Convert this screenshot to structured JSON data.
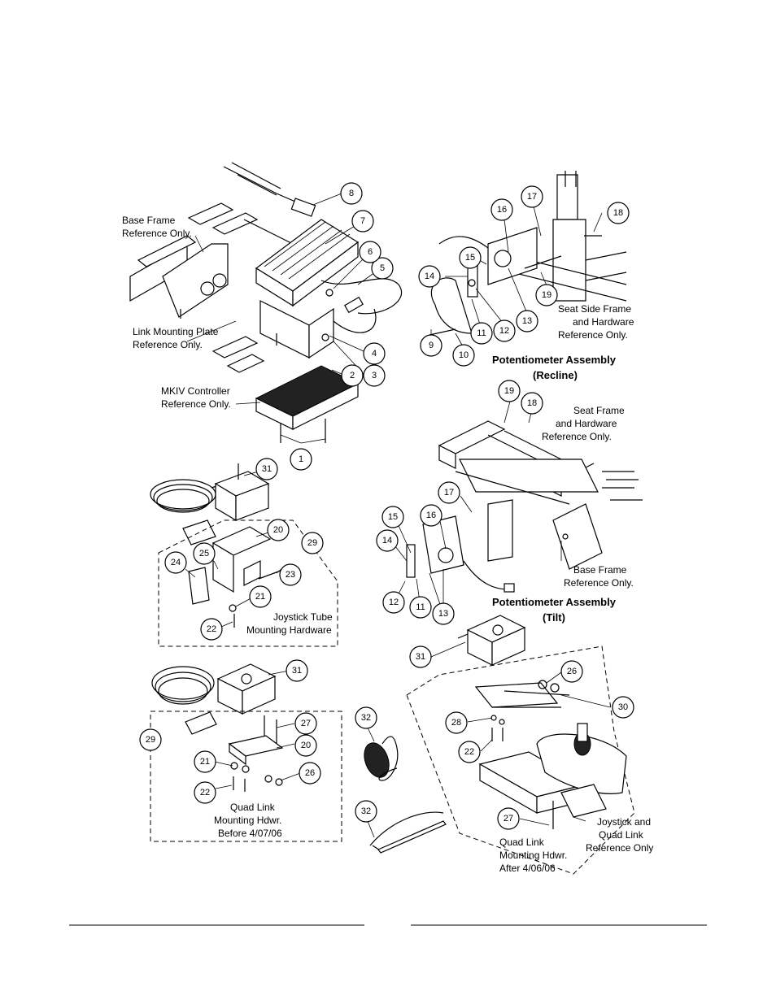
{
  "callouts": {
    "c1": "1",
    "c2": "2",
    "c3": "3",
    "c4": "4",
    "c5": "5",
    "c6": "6",
    "c7": "7",
    "c8": "8",
    "r9": "9",
    "r10": "10",
    "r11": "11",
    "r12": "12",
    "r13": "13",
    "r14": "14",
    "r15": "15",
    "r16": "16",
    "r17": "17",
    "r18": "18",
    "r19": "19",
    "t11": "11",
    "t12": "12",
    "t13": "13",
    "t14": "14",
    "t15": "15",
    "t16": "16",
    "t17": "17",
    "t18": "18",
    "t19": "19",
    "j20": "20",
    "j21": "21",
    "j22": "22",
    "j23": "23",
    "j24": "24",
    "j25": "25",
    "j29": "29",
    "j31": "31",
    "q20": "20",
    "q21": "21",
    "q22": "22",
    "q26": "26",
    "q27": "27",
    "q29": "29",
    "q31": "31",
    "a22": "22",
    "a26": "26",
    "a27": "27",
    "a28": "28",
    "a30": "30",
    "a31": "31",
    "p32a": "32",
    "p32b": "32"
  },
  "labels": {
    "base_frame_1": "Base Frame",
    "base_frame_2": "Reference Only.",
    "link_plate_1": "Link Mounting Plate",
    "link_plate_2": "Reference Only.",
    "mkiv_1": "MKIV Controller",
    "mkiv_2": "Reference Only.",
    "seat_side_1": "Seat Side Frame",
    "seat_side_2": "and Hardware",
    "seat_side_3": "Reference Only.",
    "pot_recline_1": "Potentiometer Assembly",
    "pot_recline_2": "(Recline)",
    "seat_frame_1": "Seat Frame",
    "seat_frame_2": "and Hardware",
    "seat_frame_3": "Reference Only.",
    "base_frame_t1": "Base Frame",
    "base_frame_t2": "Reference Only.",
    "pot_tilt_1": "Potentiometer Assembly",
    "pot_tilt_2": "(Tilt)",
    "joy_tube_1": "Joystick Tube",
    "joy_tube_2": "Mounting Hardware",
    "quad_before_1": "Quad Link",
    "quad_before_2": "Mounting Hdwr.",
    "quad_before_3": "Before 4/07/06",
    "joy_quad_1": "Joystick and",
    "joy_quad_2": "Quad Link",
    "joy_quad_3": "Reference Only",
    "quad_after_1": "Quad Link",
    "quad_after_2": "Mounting Hdwr.",
    "quad_after_3": "After 4/06/06"
  }
}
